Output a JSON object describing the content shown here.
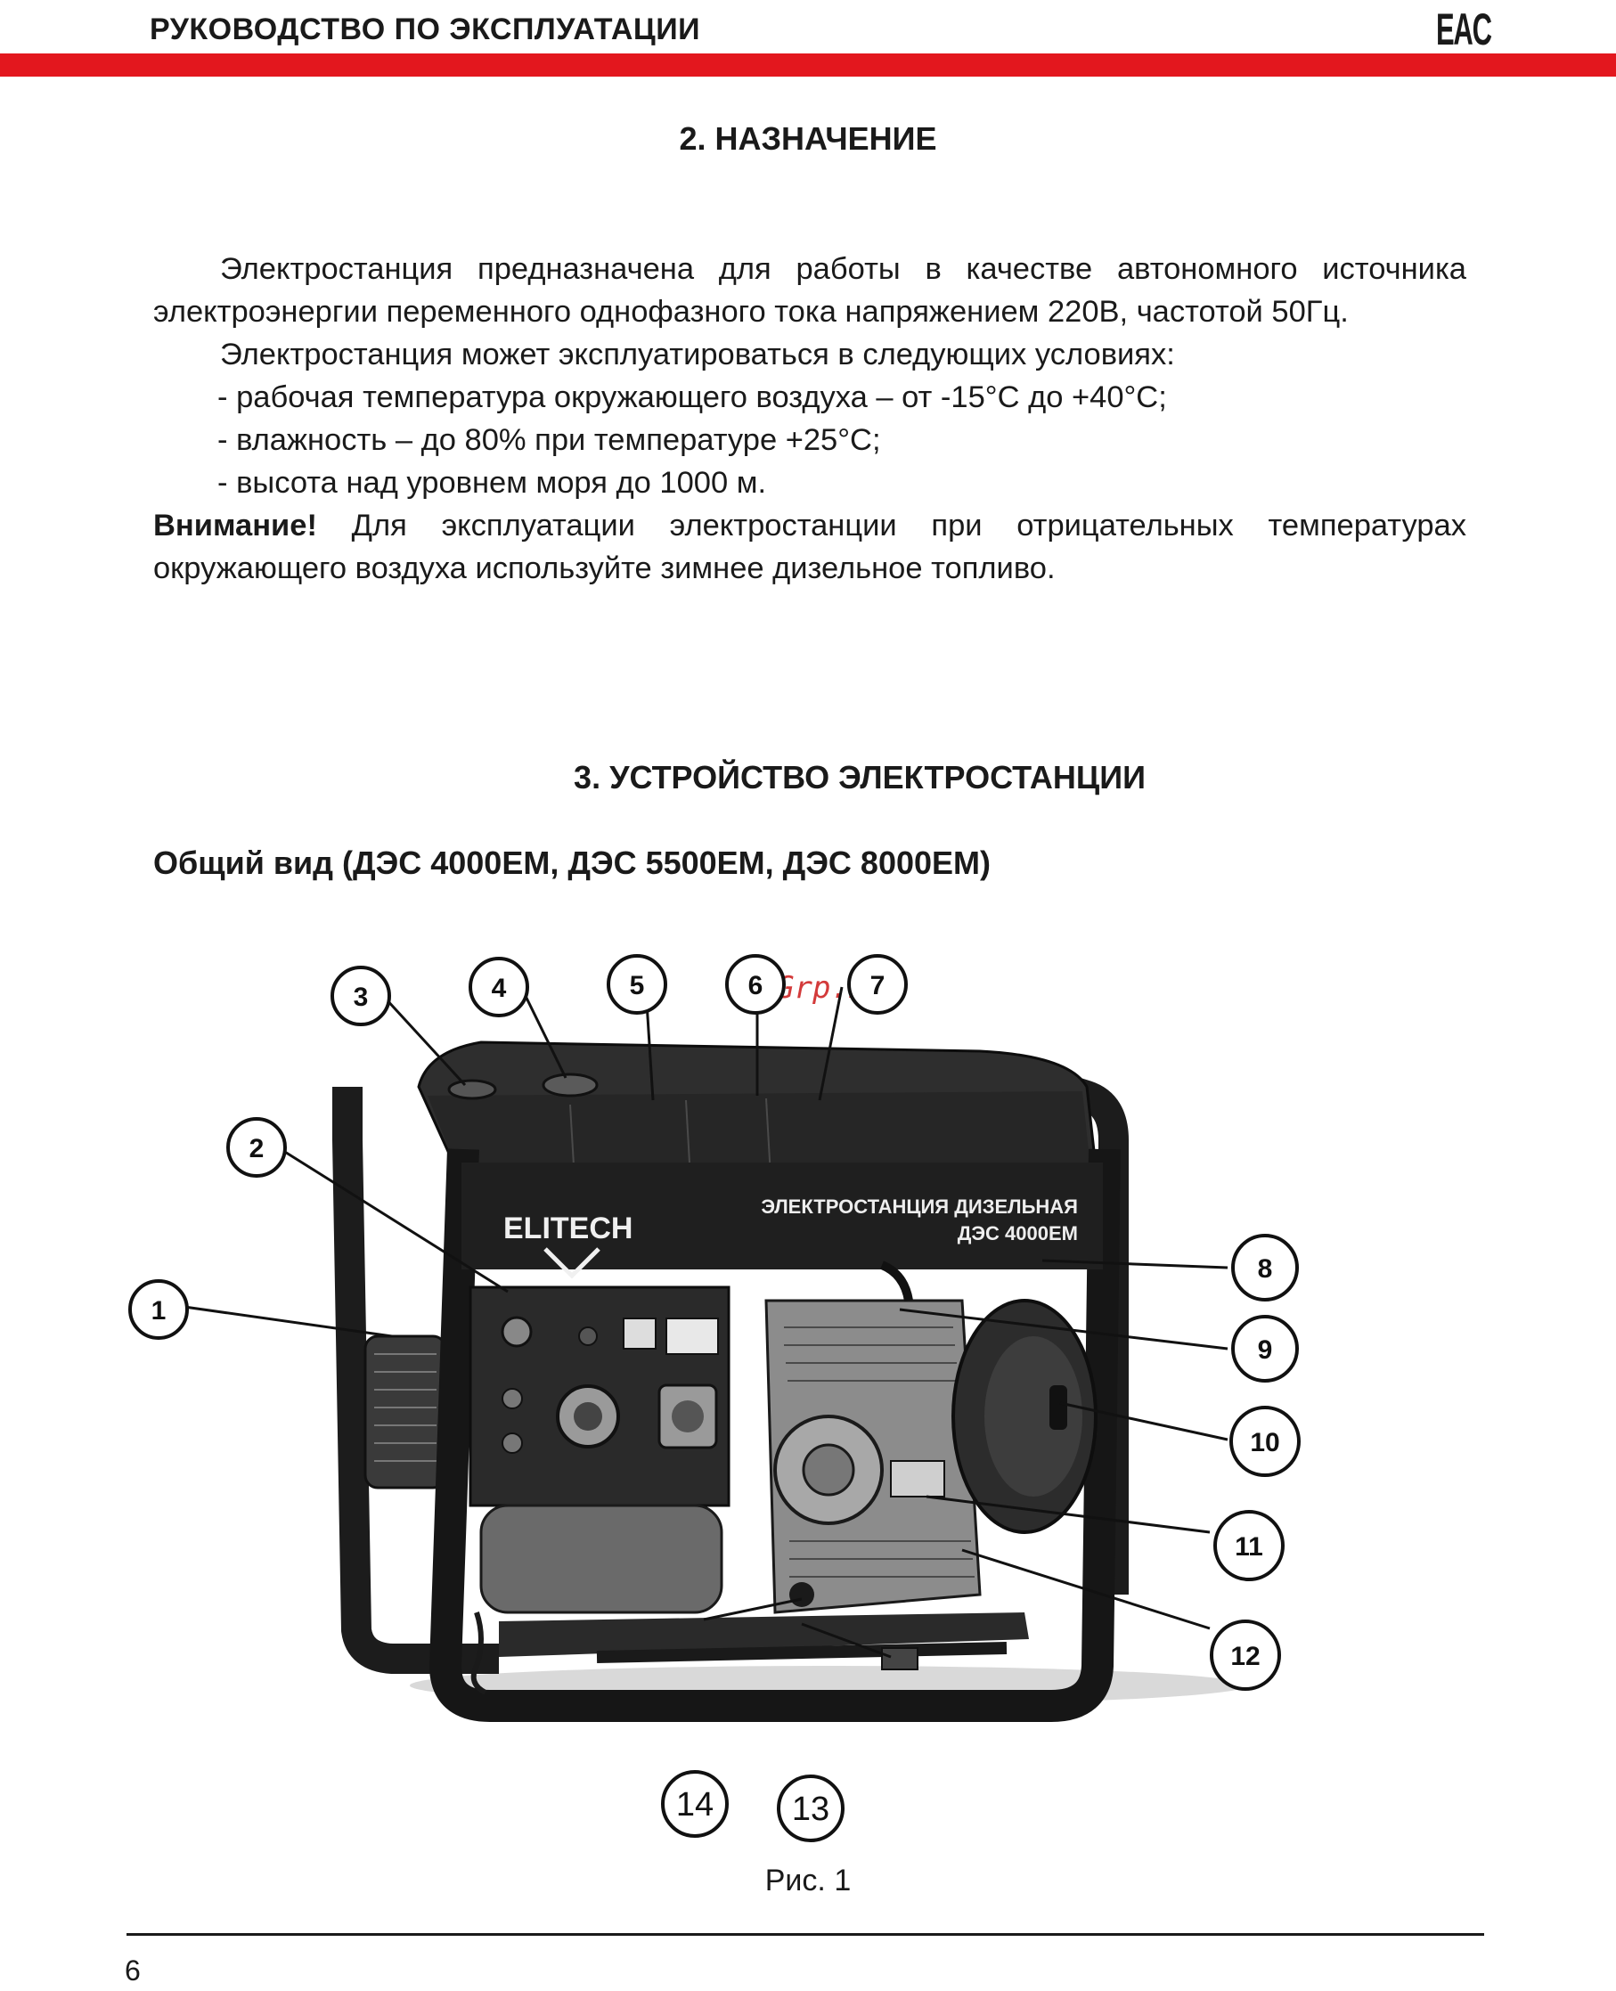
{
  "header": {
    "title": "РУКОВОДСТВО ПО ЭКСПЛУАТАЦИИ",
    "logo": "EAC",
    "accent_color": "#e3171e"
  },
  "section2": {
    "title": "2. НАЗНАЧЕНИЕ",
    "para1": "Электростанция предназначена для работы в качестве автономного источника электроэнергии переменного однофазного тока напряжением 220В, частотой 50Гц.",
    "para2": "Электростанция может эксплуатироваться в следующих условиях:",
    "conditions": [
      "- рабочая температура окружающего воздуха – от -15°С до +40°С;",
      "- влажность – до 80% при температуре +25°С;",
      "- высота над уровнем моря до 1000 м."
    ],
    "warning_label": "Внимание!",
    "warning_text": " Для эксплуатации электростанции при отрицательных температурах окружающего воздуха используйте зимнее дизельное топливо."
  },
  "section3": {
    "title": "3. УСТРОЙСТВО ЭЛЕКТРОСТАНЦИИ",
    "subtitle": "Общий вид (ДЭС 4000ЕМ,  ДЭС 5500ЕМ,  ДЭС 8000ЕМ)"
  },
  "figure": {
    "brand": "ELITECH",
    "panel_line1": "ЭЛЕКТРОСТАНЦИЯ ДИЗЕЛЬНАЯ",
    "panel_line2": "ДЭС 4000ЕМ",
    "watermark": "McGrp.Ru",
    "callouts": [
      "1",
      "2",
      "3",
      "4",
      "5",
      "6",
      "7",
      "8",
      "9",
      "10",
      "11",
      "12",
      "13",
      "14"
    ],
    "caption": "Рис. 1"
  },
  "footer": {
    "page_number": "6"
  }
}
